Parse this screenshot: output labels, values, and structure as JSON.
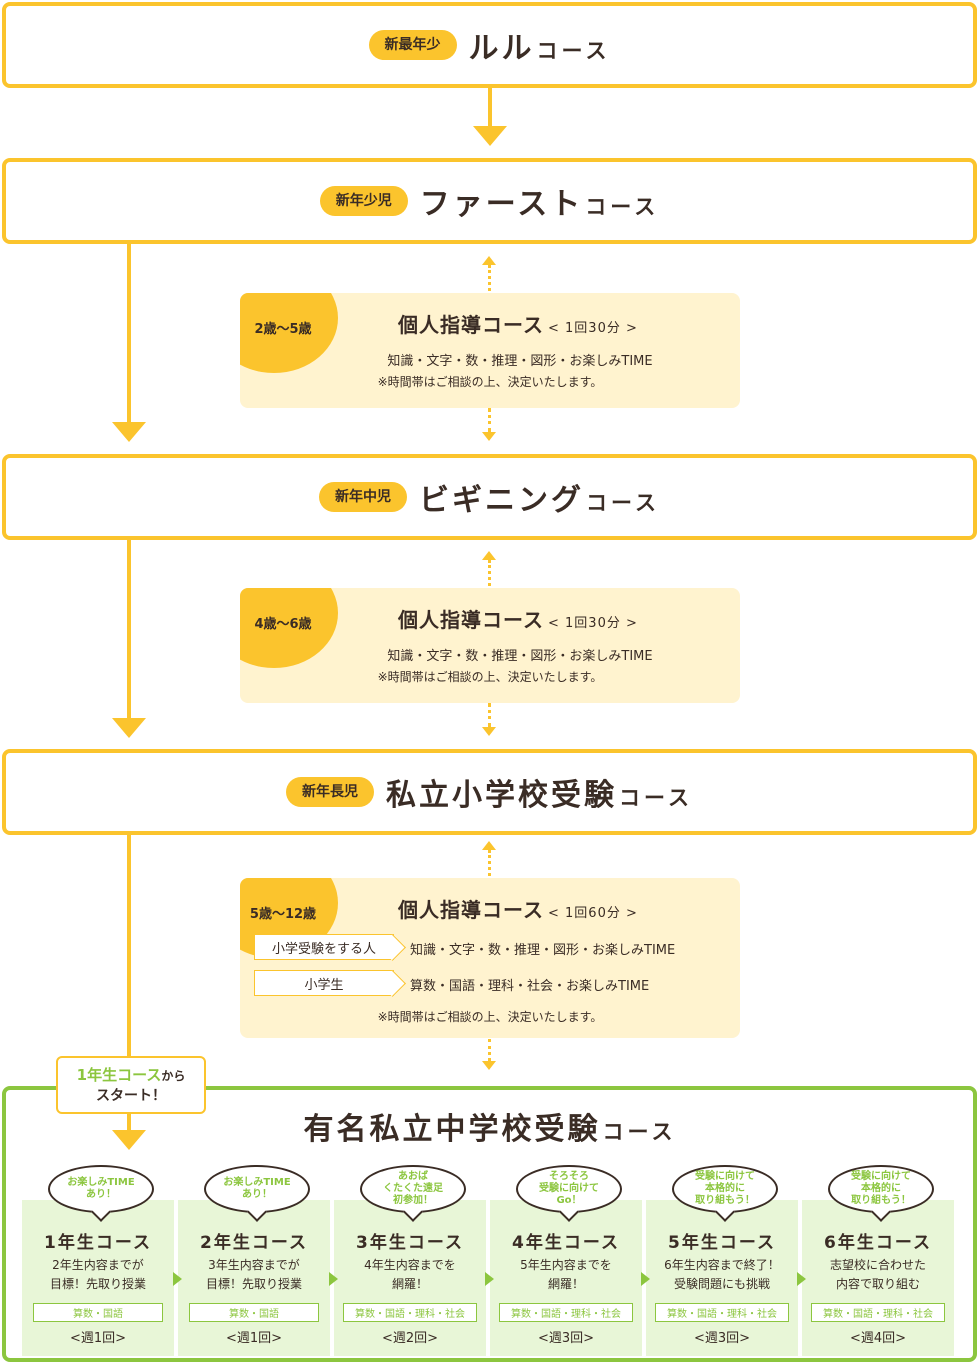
{
  "courses": [
    {
      "age": "新最年少",
      "title": "ルル",
      "suffix": "コース"
    },
    {
      "age": "新年少児",
      "title": "ファースト",
      "suffix": "コース"
    },
    {
      "age": "新年中児",
      "title": "ビギニング",
      "suffix": "コース"
    },
    {
      "age": "新年長児",
      "title": "私立小学校受験",
      "suffix": "コース"
    }
  ],
  "panels": [
    {
      "age": "2歳〜5歳",
      "title": "個人指導コース",
      "sub": "< 1回30分 >",
      "content": "知識・文字・数・推理・図形・お楽しみTIME",
      "note": "※時間帯はご相談の上、決定いたします。"
    },
    {
      "age": "4歳〜6歳",
      "title": "個人指導コース",
      "sub": "< 1回30分 >",
      "content": "知識・文字・数・推理・図形・お楽しみTIME",
      "note": "※時間帯はご相談の上、決定いたします。"
    },
    {
      "age": "5歳〜12歳",
      "title": "個人指導コース",
      "sub": "< 1回60分 >",
      "rows": [
        {
          "label": "小学受験をする人",
          "text": "知識・文字・数・推理・図形・お楽しみTIME"
        },
        {
          "label": "小学生",
          "text": "算数・国語・理科・社会・お楽しみTIME"
        }
      ],
      "note": "※時間帯はご相談の上、決定いたします。"
    }
  ],
  "start_badge": {
    "line1_green": "1年生コース",
    "line1_rest": "から",
    "line2": "スタート！"
  },
  "junior": {
    "title": "有名私立中学校受験",
    "suffix": "コース"
  },
  "grades": [
    {
      "bubble": "お楽しみTIME\nあり！",
      "title": "1年生コース",
      "desc1": "2年生内容までが",
      "desc2": "目標！先取り授業",
      "subjects": "算数・国語",
      "freq": "<週1回>"
    },
    {
      "bubble": "お楽しみTIME\nあり！",
      "title": "2年生コース",
      "desc1": "3年生内容までが",
      "desc2": "目標！先取り授業",
      "subjects": "算数・国語",
      "freq": "<週1回>"
    },
    {
      "bubble": "あおば\nくたくた遠足\n初参加！",
      "title": "3年生コース",
      "desc1": "4年生内容までを",
      "desc2": "網羅！",
      "subjects": "算数・国語・理科・社会",
      "freq": "<週2回>"
    },
    {
      "bubble": "そろそろ\n受験に向けて\nGo！",
      "title": "4年生コース",
      "desc1": "5年生内容までを",
      "desc2": "網羅！",
      "subjects": "算数・国語・理科・社会",
      "freq": "<週3回>"
    },
    {
      "bubble": "受験に向けて\n本格的に\n取り組もう！",
      "title": "5年生コース",
      "desc1": "6年生内容まで終了！",
      "desc2": "受験問題にも挑戦",
      "subjects": "算数・国語・理科・社会",
      "freq": "<週3回>"
    },
    {
      "bubble": "受験に向けて\n本格的に\n取り組もう！",
      "title": "6年生コース",
      "desc1": "志望校に合わせた",
      "desc2": "内容で取り組む",
      "subjects": "算数・国語・理科・社会",
      "freq": "<週4回>"
    }
  ],
  "colors": {
    "yellow": "#fbc42d",
    "green": "#8cc63f",
    "panel": "#fff3cf",
    "card": "#e8f6d7",
    "text": "#3a2c25"
  }
}
